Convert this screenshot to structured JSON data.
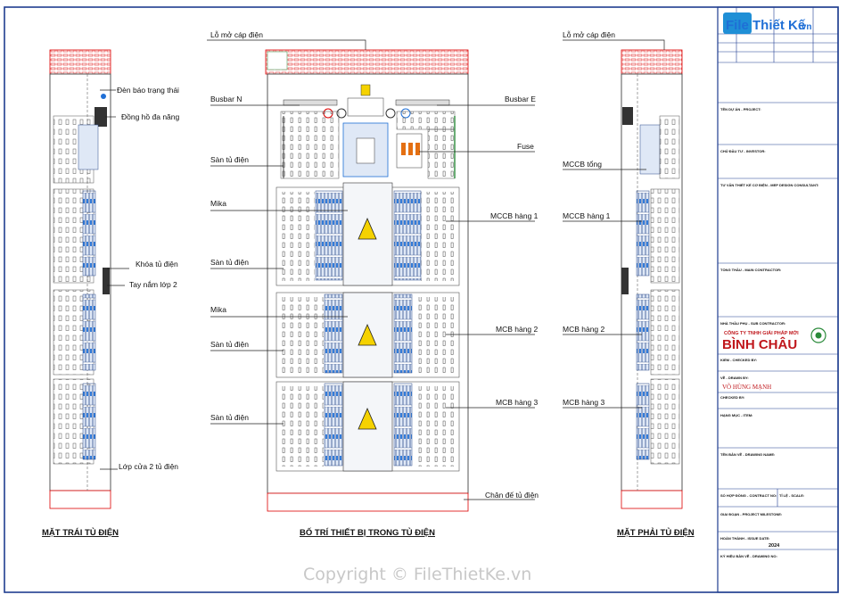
{
  "logo": {
    "text": "File Thiết Kế",
    "suffix": ".vn"
  },
  "views": {
    "left_title": "MẶT TRÁI TỦ ĐIỆN",
    "center_title": "BỐ TRÍ THIẾT BỊ TRONG TỦ ĐIỆN",
    "right_title": "MẶT PHẢI TỦ ĐIỆN"
  },
  "left_labels": {
    "status_light": "Đèn báo trạng thái",
    "multimeter": "Đồng hồ đa năng",
    "lock": "Khóa tủ điện",
    "handle": "Tay nắm lớp 2",
    "door2": "Lớp cửa 2 tủ điện"
  },
  "center_labels": {
    "cable_top": "Lỗ mở cáp điện",
    "busbar_n": "Busbar N",
    "busbar_e": "Busbar E",
    "fuse": "Fuse",
    "floor1": "Sàn tủ điện",
    "mika1": "Mika",
    "mccb_row1": "MCCB hàng 1",
    "floor2": "Sàn tủ điện",
    "mika2": "Mika",
    "mcb_row2": "MCB hàng 2",
    "floor3": "Sàn tủ điện",
    "mcb_row3": "MCB hàng 3",
    "floor4": "Sàn tủ điện",
    "base": "Chân đế tủ điện"
  },
  "right_labels": {
    "cable_top": "Lỗ mở cáp điện",
    "mccb_main": "MCCB tổng",
    "mccb_row1": "MCCB hàng 1",
    "mcb_row2": "MCB hàng 2",
    "mcb_row3": "MCB hàng 3"
  },
  "title_block": {
    "project": "TÊN DỰ ÁN - PROJECT:",
    "investor": "CHỦ ĐẦU TƯ - INVESTOR:",
    "consultant": "TƯ VẤN THIẾT KẾ CƠ ĐIỆN - MEP DESIGN CONSULTANT:",
    "main_contractor": "TỔNG THẦU - MAIN CONTRACTOR:",
    "sub_contractor": "NHÀ THẦU PHỤ - SUB CONTRACTOR:",
    "company_line": "CÔNG TY TNHH GIẢI PHÁP MỚI",
    "company_name": "BÌNH CHÂU",
    "checked_by_1": "KIỂM - CHECKED BY:",
    "drawn_by": "VẼ - DRAWN BY:",
    "drawer_name": "VÕ HÙNG MẠNH",
    "checked_by_2": "CHECKED BY:",
    "item": "HẠNG MỤC - ITEM:",
    "drawing_name": "TÊN BẢN VẼ - DRAWING NAME:",
    "contract_no": "SỐ HỢP ĐỒNG - CONTRACT NO:",
    "scale": "TỈ LỆ - SCALE:",
    "milestone": "GIAI ĐOẠN - PROJECT MILESTONE:",
    "issue_date": "HOÀN THÀNH - ISSUE DATE:",
    "year": "2024",
    "drawing_no": "KÝ HIỆU BẢN VẼ - DRAWING NO:"
  },
  "watermark": "Copyright © FileThietKe.vn"
}
